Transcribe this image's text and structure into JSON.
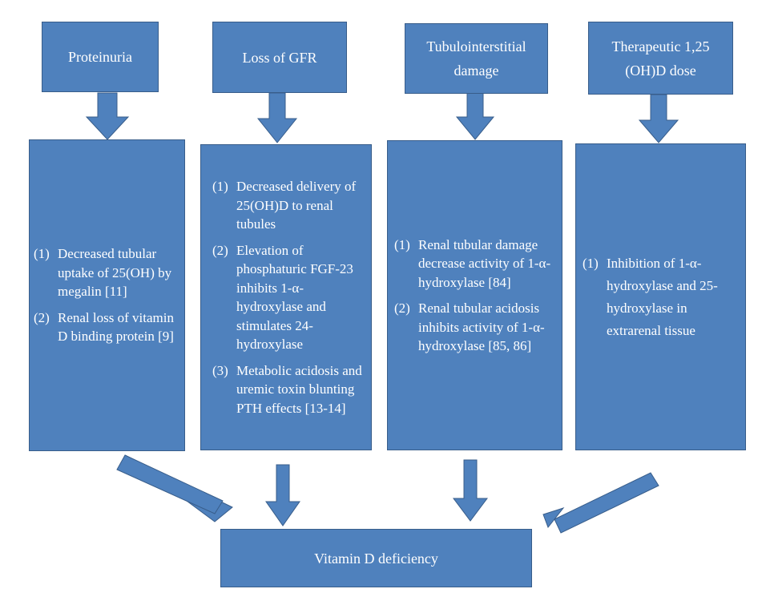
{
  "colors": {
    "box_fill": "#4f81bd",
    "box_border": "#385d8a",
    "text": "#ffffff"
  },
  "headers": [
    "Proteinuria",
    "Loss of GFR",
    "Tubulointerstitial damage",
    "Therapeutic 1,25 (OH)D dose"
  ],
  "columns": [
    {
      "items": [
        {
          "num": "(1)",
          "text": "Decreased tubular uptake of 25(OH) by megalin [11]"
        },
        {
          "num": "(2)",
          "text": "Renal loss of vitamin D binding protein [9]"
        }
      ]
    },
    {
      "items": [
        {
          "num": "(1)",
          "text": "Decreased delivery of 25(OH)D to renal tubules"
        },
        {
          "num": "(2)",
          "text": "Elevation of phosphaturic FGF-23 inhibits 1-α-hydroxylase and stimulates 24-hydroxylase"
        },
        {
          "num": "(3)",
          "text": "Metabolic acidosis and uremic toxin blunting PTH effects [13-14]"
        }
      ]
    },
    {
      "items": [
        {
          "num": "(1)",
          "text": "Renal tubular damage decrease activity of 1-α-hydroxylase [84]"
        },
        {
          "num": "(2)",
          "text": "Renal tubular acidosis inhibits activity of 1-α-hydroxylase [85, 86]"
        }
      ]
    },
    {
      "items": [
        {
          "num": "(1)",
          "text": "Inhibition of 1-α-hydroxylase and 25-hydroxylase in extrarenal tissue"
        }
      ]
    }
  ],
  "outcome": "Vitamin D deficiency"
}
